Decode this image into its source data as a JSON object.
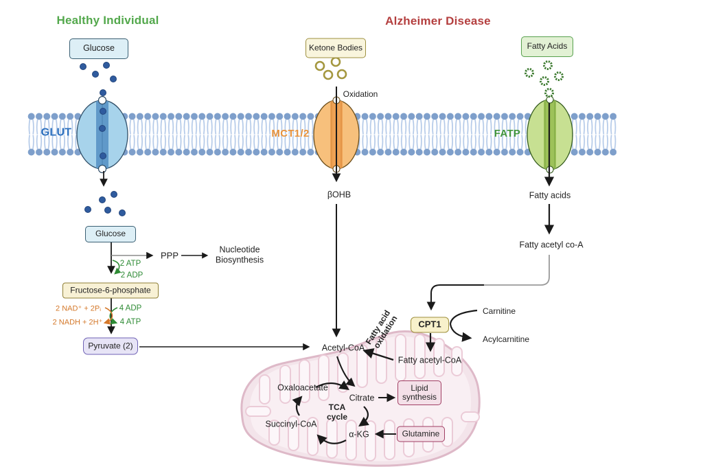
{
  "titles": {
    "healthy": "Healthy Individual",
    "alzheimer": "Alzheimer Disease"
  },
  "transporters": {
    "glut": "GLUT",
    "mct": "MCT1/2",
    "fatp": "FATP"
  },
  "boxes": {
    "glucose_extracellular": "Glucose",
    "ketone_bodies": "Ketone Bodies",
    "fatty_acids": "Fatty Acids",
    "glucose_intracellular": "Glucose",
    "fructose_6_phosphate": "Fructose-6-phosphate",
    "pyruvate": "Pyruvate (2)",
    "cpt1": "CPT1",
    "lipid_synthesis": "Lipid\nsynthesis",
    "glutamine": "Glutamine"
  },
  "glycolysis": {
    "atp_in": "2 ATP",
    "adp_out": "2 ADP",
    "nad_in": "2 NAD⁺ + 2Pᵢ",
    "nadh_out": "2 NADH + 2H⁺",
    "adp_in": "4 ADP",
    "atp_out": "4 ATP",
    "ppp": "PPP",
    "nucleotide_biosynthesis": "Nucleotide\nBiosynthesis"
  },
  "pathway_labels": {
    "oxidation": "Oxidation",
    "bohb": "βOHB",
    "fatty_acids_cytosol": "Fatty acids",
    "fatty_acetyl_co_a": "Fatty acetyl co-A",
    "carnitine": "Carnitine",
    "acylcarnitine": "Acylcarnitine",
    "fatty_acetyl_coa_mito": "Fatty acetyl-CoA",
    "fatty_acid_oxidation": "Fatty acid\noxidation",
    "acetyl_coa": "Acetyl-CoA"
  },
  "tca": {
    "oxaloacetate": "Oxaloacetate",
    "citrate": "Citrate",
    "cycle": "TCA\ncycle",
    "succinyl_coa": "Succinyl-CoA",
    "alpha_kg": "α-KG"
  },
  "colors": {
    "healthy_title": "#53A84C",
    "alzheimer_title": "#B43F3F",
    "glut_label": "#2B6FBE",
    "mct_label": "#E8933C",
    "fatp_label": "#43963C",
    "atp_adp_text": "#2E8B35",
    "nad_text": "#D4782A",
    "membrane_head": "#7E9FCB",
    "membrane_tail": "#B3C9E8",
    "glut_body": "#A7D3EB",
    "mct_body": "#F7C07C",
    "fatp_body": "#C7E092",
    "glucose_molecule": "#2F5B9E",
    "mitochondrion_fill": "#F3E4EA",
    "mitochondrion_stroke": "#DEB9C8"
  }
}
